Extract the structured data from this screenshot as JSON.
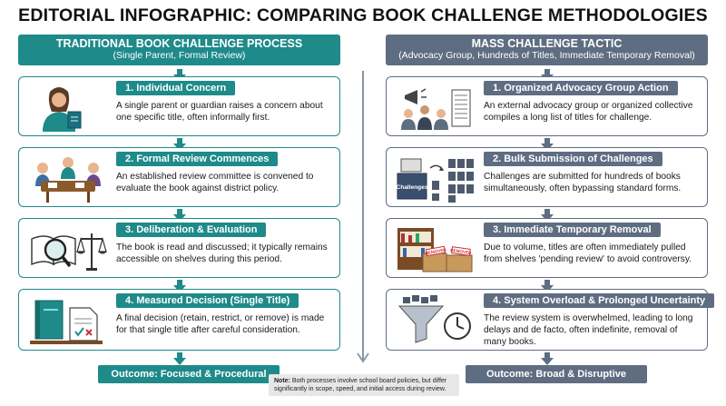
{
  "title": "EDITORIAL INFOGRAPHIC: COMPARING BOOK CHALLENGE METHODOLOGIES",
  "colors": {
    "traditional": "#1f8a8a",
    "mass": "#5f6d82",
    "note_bg": "#e7e7e7"
  },
  "traditional": {
    "header": "TRADITIONAL BOOK CHALLENGE PROCESS",
    "subheader": "(Single Parent, Formal Review)",
    "steps": [
      {
        "label": "1. Individual Concern",
        "text": "A single parent or guardian raises a concern about one specific title, often informally first.",
        "icon": "parent-with-book-icon"
      },
      {
        "label": "2. Formal Review Commences",
        "text": "An established review committee is convened to evaluate the book against district policy.",
        "icon": "committee-meeting-icon"
      },
      {
        "label": "3. Deliberation & Evaluation",
        "text": "The book is read and discussed; it typically remains accessible on shelves during this period.",
        "icon": "magnifier-scales-icon"
      },
      {
        "label": "4. Measured Decision (Single Title)",
        "text": "A final decision (retain, restrict, or remove) is made for that single title after careful consideration.",
        "icon": "book-decision-icon"
      }
    ],
    "outcome": "Outcome: Focused & Procedural"
  },
  "mass": {
    "header": "MASS CHALLENGE TACTIC",
    "subheader": "(Advocacy Group, Hundreds of Titles, Immediate Temporary Removal)",
    "steps": [
      {
        "label": "1. Organized Advocacy Group Action",
        "text": "An external advocacy group or organized collective compiles a long list of titles for challenge.",
        "icon": "advocacy-group-icon"
      },
      {
        "label": "2. Bulk Submission of Challenges",
        "text": "Challenges are submitted for hundreds of books simultaneously, often bypassing standard forms.",
        "icon": "bulk-challenges-icon"
      },
      {
        "label": "3. Immediate Temporary Removal",
        "text": "Due to volume, titles are often immediately pulled from shelves 'pending review' to avoid controversy.",
        "icon": "removed-books-boxes-icon"
      },
      {
        "label": "4. System Overload & Prolonged Uncertainty",
        "text": "The review system is overwhelmed, leading to long delays and de facto, often indefinite, removal of many books.",
        "icon": "funnel-clock-icon"
      }
    ],
    "outcome": "Outcome: Broad & Disruptive",
    "box_labels": {
      "challenges": "Challenges",
      "removed": "REMOVED"
    }
  },
  "note": {
    "prefix": "Note:",
    "text": " Both processes involve school board policies, but differ significantly in scope, speed, and initial access during review."
  }
}
